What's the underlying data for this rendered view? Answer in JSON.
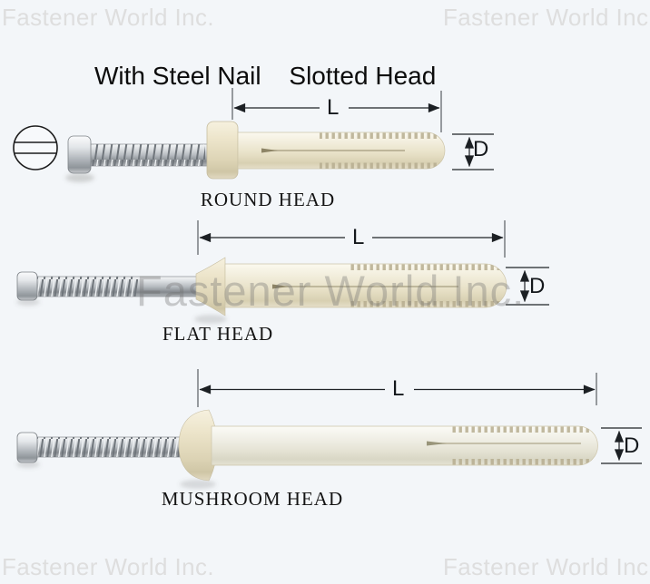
{
  "watermark": {
    "text": "Fastener World Inc."
  },
  "title": {
    "left": "With Steel Nail",
    "right": "Slotted Head"
  },
  "fasteners": [
    {
      "id": "round-head",
      "label": "ROUND HEAD",
      "dimensions": {
        "length": "L",
        "diameter": "D"
      }
    },
    {
      "id": "flat-head",
      "label": "FLAT HEAD",
      "dimensions": {
        "length": "L",
        "diameter": "D"
      }
    },
    {
      "id": "mushroom-head",
      "label": "MUSHROOM HEAD",
      "dimensions": {
        "length": "L",
        "diameter": "D"
      }
    }
  ],
  "colors": {
    "background": "#f3f6f9",
    "plastic_anchor": "#ece5cd",
    "steel_nail": "#b7bcc1",
    "dimension_lines": "#1f2327",
    "watermark_corners": "#dedede",
    "watermark_center": "#6e6e6e"
  }
}
